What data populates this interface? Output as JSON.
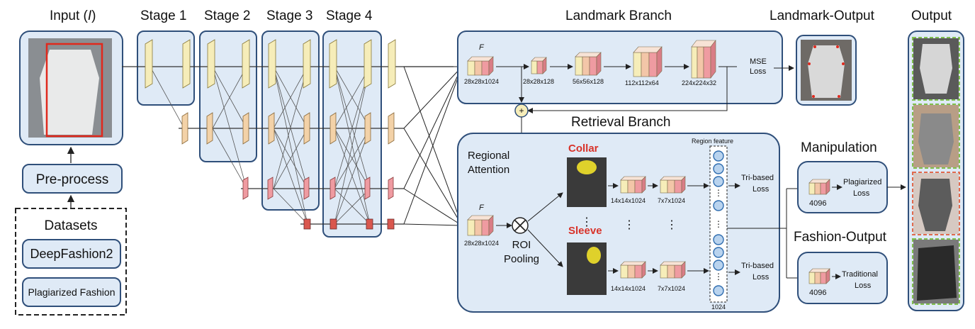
{
  "colors": {
    "panel_fill": "#dfeaf6",
    "panel_stroke": "#2f4f7a",
    "stage_node": "#f6edb9",
    "mid_node": "#f3d2a8",
    "pink_node": "#ef9ba1",
    "red_node": "#d9574e",
    "crop_box": "#e0291d",
    "dashed_green": "#7fbf4d",
    "dashed_red": "#e06a4e",
    "circle_fill": "#b9d3ee",
    "circle_stroke": "#2f6db0"
  },
  "labels": {
    "input": "Input (",
    "input_symbol": "I",
    "input_close": ")",
    "stage1": "Stage 1",
    "stage2": "Stage 2",
    "stage3": "Stage 3",
    "stage4": "Stage 4",
    "landmark_branch": "Landmark Branch",
    "landmark_output": "Landmark-Output",
    "output": "Output",
    "retrieval_branch": "Retrieval Branch",
    "pre_process": "Pre-process",
    "datasets": "Datasets",
    "deepfashion2": "DeepFashion2",
    "plagiarized_fashion": "Plagiarized Fashion",
    "regional_attention_1": "Regional",
    "regional_attention_2": "Attention",
    "roi_1": "ROI",
    "roi_2": "Pooling",
    "collar": "Collar",
    "sleeve": "Sleeve",
    "region_feature": "Region feature",
    "f_symbol": "F",
    "dim_28_1024": "28x28x1024",
    "dim_28_128": "28x28x128",
    "dim_56_128": "56x56x128",
    "dim_112_64": "112x112x64",
    "dim_224_32": "224x224x32",
    "mse_1": "MSE",
    "mse_2": "Loss",
    "dim_14_1024": "14x14x1024",
    "dim_7_1024": "7x7x1024",
    "tri_1": "Tri-based",
    "tri_2": "Loss",
    "dim_1024": "1024",
    "manipulation": "Manipulation",
    "fashion_output": "Fashion-Output",
    "dim_4096": "4096",
    "plag_loss_1": "Plagiarized",
    "plag_loss_2": "Loss",
    "trad_loss_1": "Traditional",
    "trad_loss_2": "Loss",
    "plus": "+",
    "vdots": "⋮"
  }
}
